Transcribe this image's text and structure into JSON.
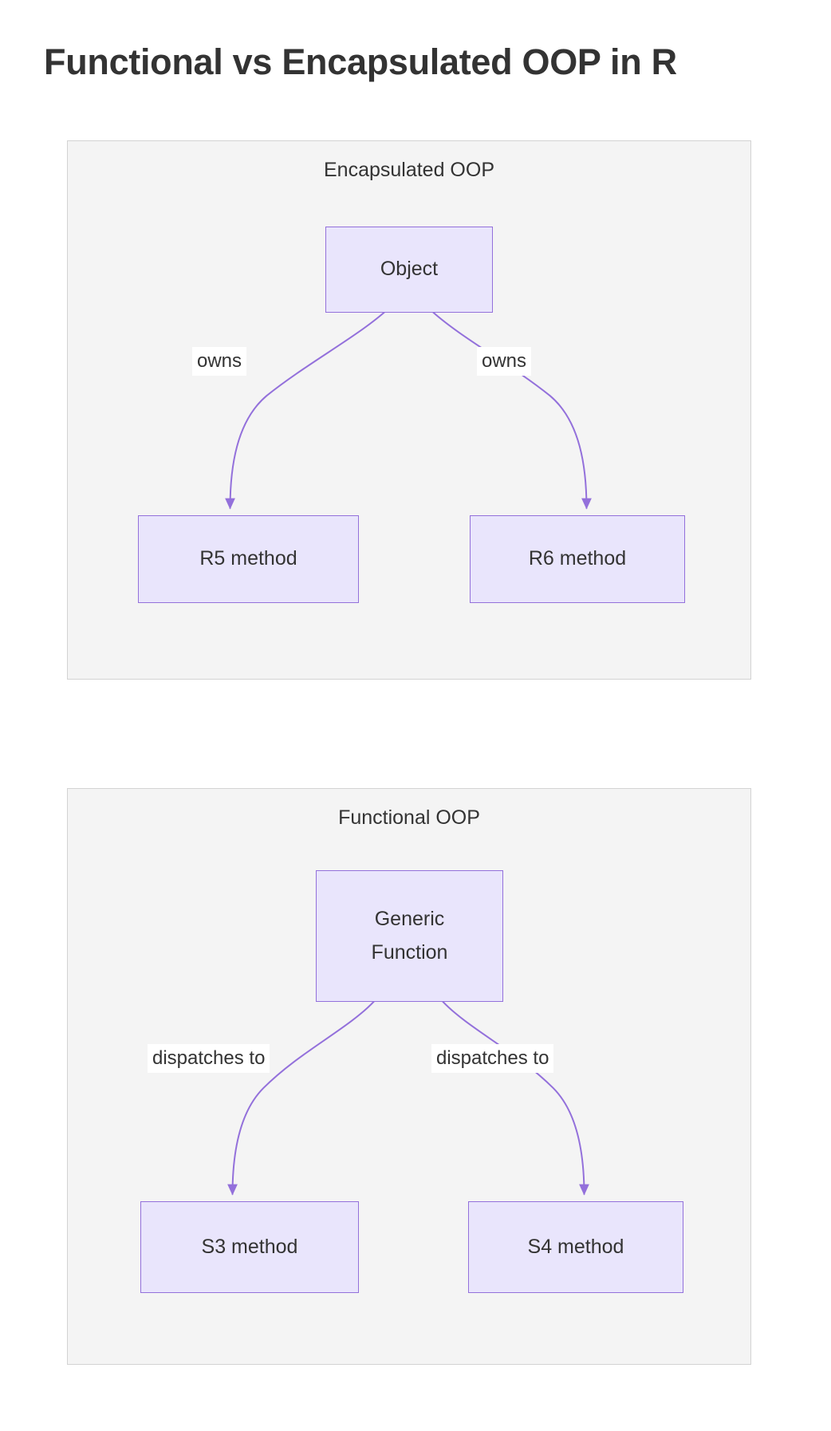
{
  "page": {
    "title": "Functional vs Encapsulated OOP in R",
    "background_color": "#ffffff",
    "title_color": "#333333"
  },
  "theme": {
    "node_fill": "#e9e5fc",
    "node_border": "#9370db",
    "edge_stroke": "#9370db",
    "container_fill": "#f4f4f4",
    "container_border": "#d3d3d3",
    "label_background": "#ffffff",
    "text_color": "#333333"
  },
  "diagram": {
    "type": "flowchart",
    "subgraphs": [
      {
        "id": "encapsulated",
        "title": "Encapsulated OOP",
        "nodes": [
          {
            "id": "object",
            "label": "Object"
          },
          {
            "id": "r5",
            "label": "R5 method"
          },
          {
            "id": "r6",
            "label": "R6 method"
          }
        ],
        "edges": [
          {
            "from": "object",
            "to": "r5",
            "label": "owns"
          },
          {
            "from": "object",
            "to": "r6",
            "label": "owns"
          }
        ]
      },
      {
        "id": "functional",
        "title": "Functional OOP",
        "nodes": [
          {
            "id": "generic",
            "label_line1": "Generic",
            "label_line2": "Function"
          },
          {
            "id": "s3",
            "label": "S3 method"
          },
          {
            "id": "s4",
            "label": "S4 method"
          }
        ],
        "edges": [
          {
            "from": "generic",
            "to": "s3",
            "label": "dispatches to"
          },
          {
            "from": "generic",
            "to": "s4",
            "label": "dispatches to"
          }
        ]
      }
    ]
  }
}
